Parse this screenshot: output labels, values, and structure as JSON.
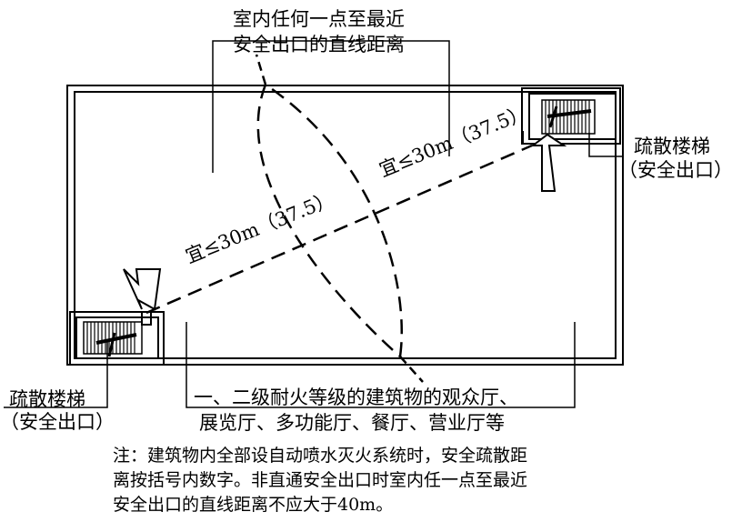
{
  "top_callout": {
    "line1": "室内任何一点至最近",
    "line2": "安全出口的直线距离"
  },
  "stair_right": {
    "line1": "疏散楼梯",
    "line2": "（安全出口）"
  },
  "stair_left": {
    "line1": "疏散楼梯",
    "line2": "（安全出口）"
  },
  "distance_upper": "宜≤30m（37.5）",
  "distance_lower": "宜≤30m（37.5）",
  "bottom_callout": {
    "line1": "一、二级耐火等级的建筑物的观众厅、",
    "line2": "展览厅、多功能厅、餐厅、营业厅等"
  },
  "note": {
    "line1": "注：建筑物内全部设自动喷水灭火系统时，安全疏散距",
    "line2": "离按括号内数字。非直通安全出口时室内任一点至最近",
    "line3": "安全出口的直线距离不应大于40m。"
  }
}
